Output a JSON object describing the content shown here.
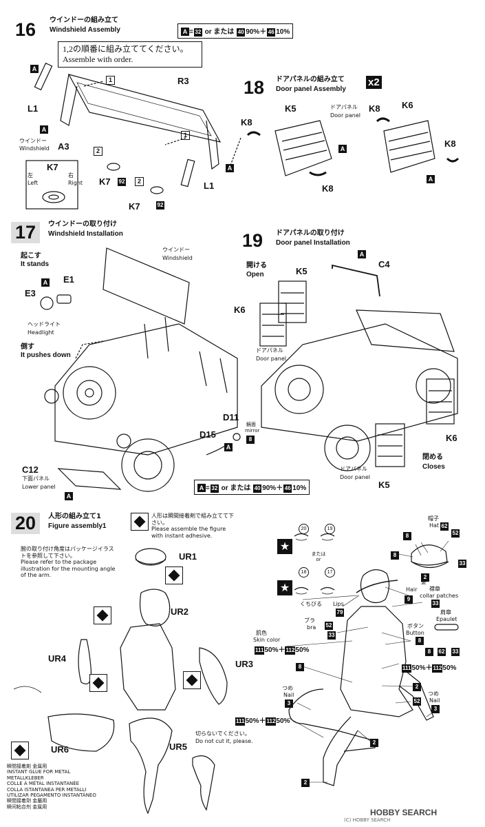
{
  "step16": {
    "num": "16",
    "title_jp": "ウインドーの組み立て",
    "title_en": "Windshield Assembly",
    "paint": {
      "a": "A",
      "eq": "=",
      "c1": "32",
      "or": "or または",
      "c2": "40",
      "p1": "90%＋",
      "c3": "46",
      "p2": "10%"
    },
    "note_jp": "1,2の順番に組み立ててください。",
    "note_en": "Assemble with order.",
    "parts": {
      "r3": "R3",
      "l1a": "L1",
      "l1b": "L1",
      "a3": "A3",
      "k7a": "K7",
      "k7b": "K7",
      "k7c": "K7"
    },
    "window_jp": "ウインドー",
    "window_en": "Windshield",
    "left_jp": "左",
    "left_en": "Left",
    "right_jp": "右",
    "right_en": "Right",
    "c92": "92",
    "order1": "1",
    "order2": "2",
    "a": "A"
  },
  "step17": {
    "num": "17",
    "title_jp": "ウインドーの取り付け",
    "title_en": "Windshield Installation",
    "stand_jp": "起こす",
    "stand_en": "It stands",
    "window_jp": "ウインドー",
    "window_en": "Windshield",
    "e1": "E1",
    "e3": "E3",
    "head_jp": "ヘッドライト",
    "head_en": "Headlight",
    "push_jp": "倒す",
    "push_en": "It pushes down",
    "d11": "D11",
    "mirror_jp": "鏡面",
    "mirror_en": "mirror",
    "c8": "8",
    "d15": "D15",
    "c12": "C12",
    "lower_jp": "下面パネル",
    "lower_en": "Lower panel",
    "paint": {
      "a": "A",
      "eq": "=",
      "c1": "32",
      "or": "or または",
      "c2": "40",
      "p1": "90%＋",
      "c3": "46",
      "p2": "10%"
    }
  },
  "step18": {
    "num": "18",
    "title_jp": "ドアパネルの組み立て",
    "title_en": "Door panel Assembly",
    "x2": "x2",
    "k5": "K5",
    "k6": "K6",
    "k8a": "K8",
    "k8b": "K8",
    "k8c": "K8",
    "k8d": "K8",
    "door_jp": "ドアパネル",
    "door_en": "Door panel"
  },
  "step19": {
    "num": "19",
    "title_jp": "ドアパネルの取り付け",
    "title_en": "Door panel Installation",
    "open_jp": "開ける",
    "open_en": "Open",
    "close_jp": "閉める",
    "close_en": "Closes",
    "k5a": "K5",
    "k5b": "K5",
    "k6a": "K6",
    "k6b": "K6",
    "c4": "C4",
    "door_jp": "ドアパネル",
    "door_en": "Door panel"
  },
  "step20": {
    "num": "20",
    "title_jp": "人形の組み立て1",
    "title_en": "Figure assembly1",
    "glue_jp": "人形は瞬間接着剤で組み立てて下さい。",
    "glue_en": "Please assemble the figure with instant adhesive.",
    "arm_jp": "腕の取り付け角度はパッケージイラストを参照して下さい。",
    "arm_en": "Please refer to the package illustration for the mounting angle of the arm.",
    "parts": {
      "ur1": "UR1",
      "ur2": "UR2",
      "ur3": "UR3",
      "ur4": "UR4",
      "ur5": "UR5",
      "ur6": "UR6"
    },
    "nocut_jp": "切らないでください。",
    "nocut_en": "Do not cut it, please.",
    "legend": [
      "瞬間接着剤 金属用",
      "INSTANT GLUE FOR METAL",
      "METALLKLEBER",
      "COLLE À MÉTAL INSTANTANÉE",
      "COLLA ISTANTANEA PER METALLI",
      "UTILIZAR PEGAMENTO INSTANTÁNEO",
      "瞬間接着劑 金屬用",
      "瞬间粘合剂 金属用"
    ],
    "eyes": {
      "n20": "20",
      "n19": "19",
      "or": "または or",
      "n18": "18",
      "n17": "17"
    },
    "hat_jp": "帽子",
    "hat_en": "Hat",
    "c62": "62",
    "c52": "52",
    "c8": "8",
    "c2": "2",
    "c33": "33",
    "lips_jp": "くちびる",
    "lips_en": "Lips",
    "c79": "79",
    "hair_jp": "髪",
    "hair_en": "Hair",
    "c9": "9",
    "collar_jp": "襟章",
    "collar_en": "collar patches",
    "bra_jp": "ブラ",
    "bra_en": "bra",
    "epaulet_jp": "肩章",
    "epaulet_en": "Epaulet",
    "button_jp": "ボタン",
    "button_en": "Button",
    "skin_jp": "肌色",
    "skin_en": "Skin color",
    "mix": {
      "a": "111",
      "p1": "50%＋",
      "b": "112",
      "p2": "50%"
    },
    "nail_jp": "つめ",
    "nail_en": "Nail",
    "c3": "3"
  },
  "watermark": "HOBBY SEARCH",
  "copyright": "(C) HOBBY SEARCH"
}
